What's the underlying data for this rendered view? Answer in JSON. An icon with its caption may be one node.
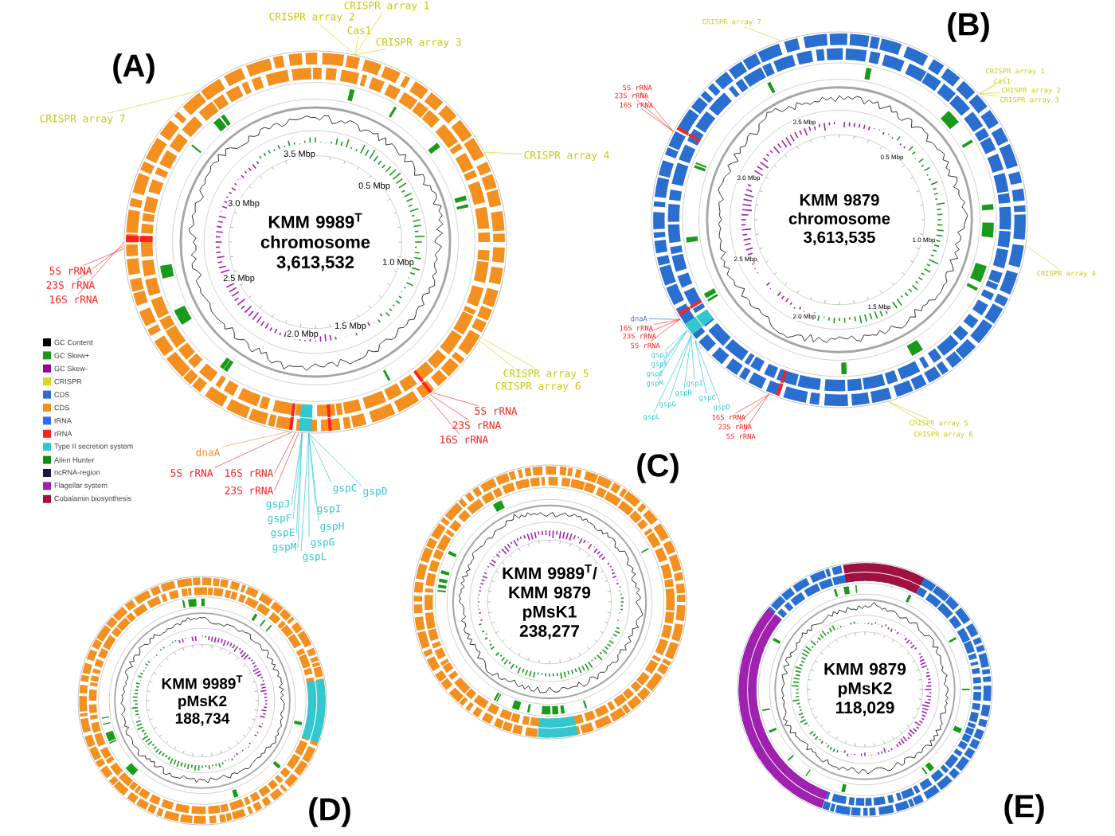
{
  "diagram": {
    "nodes": [
      {
        "text": [
          "KMM 9989$^{T}$ chromosome 3,613,532"
        ]
      },
      {
        "text": [
          "CRISPR array 1"
        ]
      },
      {
        "text": [
          "CRISPR array 2"
        ]
      },
      {
        "text": [
          "Cas1"
        ]
      },
      {
        "text": [
          "CRISPR array 3"
        ]
      },
      {
        "text": [
          "CRISPR array 7"
        ]
      },
      {
        "text": [
          "CRISPR array 4"
        ]
      },
      {
        "text": [
          "5S rRNA"
        ]
      },
      {
        "text": [
          "23S rRNA"
        ]
      },
      {
        "text": [
          "16S rRNA"
        ]
      },
      {
        "text": [
          "CRISPR array 5"
        ]
      },
      {
        "text": [
          "CRISPR array 6"
        ]
      },
      {
        "text": [
          "5S rRNA"
        ]
      },
      {
        "text": [
          "23S rRNA"
        ]
      },
      {
        "text": [
          "16S rRNA"
        ]
      },
      {
        "text": [
          "dnaA"
        ]
      },
      {
        "text": [
          "5S rRNA"
        ]
      },
      {
        "text": [
          "16S rRNA"
        ]
      },
      {
        "text": [
          "23S rRNA"
        ]
      },
      {
        "text": [
          "gspJ"
        ]
      },
      {
        "text": [
          "gspF"
        ]
      },
      {
        "text": [
          "gspE"
        ]
      },
      {
        "text": [
          "gspM"
        ]
      },
      {
        "text": [
          "gspL"
        ]
      },
      {
        "text": [
          "gspG"
        ]
      },
      {
        "text": [
          "gspH"
        ]
      },
      {
        "text": [
          "gspI"
        ]
      },
      {
        "text": [
          "gspC"
        ]
      },
      {
        "text": [
          "gspD"
        ]
      },
      {
        "text": [
          "KMM 9879 chromosome 3,613,535"
        ]
      },
      {
        "text": [
          "CRISPR array 7"
        ]
      },
      {
        "text": [
          "5S rRNA"
        ]
      },
      {
        "text": [
          "23S rRNA"
        ]
      },
      {
        "text": [
          "16S rRNA"
        ]
      },
      {
        "text": [
          "CRISPR array 1"
        ]
      },
      {
        "text": [
          "Cas1"
        ]
      },
      {
        "text": [
          "CRISPR array 2"
        ]
      },
      {
        "text": [
          "CRISPR array 3"
        ]
      },
      {
        "text": [
          "CRISPR array 4"
        ]
      },
      {
        "text": [
          "dnaA"
        ]
      },
      {
        "text": [
          "16S rRNA"
        ]
      },
      {
        "text": [
          "23S rRNA"
        ]
      },
      {
        "text": [
          "5S rRNA"
        ]
      },
      {
        "text": [
          "gspJ"
        ]
      },
      {
        "text": [
          "gspF"
        ]
      },
      {
        "text": [
          "gspE"
        ]
      },
      {
        "text": [
          "gspM"
        ]
      },
      {
        "text": [
          "gspL"
        ]
      },
      {
        "text": [
          "gspG"
        ]
      },
      {
        "text": [
          "gspH"
        ]
      },
      {
        "text": [
          "gspI"
        ]
      },
      {
        "text": [
          "gspC"
        ]
      },
      {
        "text": [
          "gspD"
        ]
      },
      {
        "text": [
          "16S rRNA"
        ]
      },
      {
        "text": [
          "23S rRNA"
        ]
      },
      {
        "text": [
          "5S rRNA"
        ]
      },
      {
        "text": [
          "CRISPR array 5"
        ]
      },
      {
        "text": [
          "CRISPR array 6"
        ]
      },
      {
        "text": [
          "KMM 9989$^{T}$/ KMM 9879 pMsK1 238,277"
        ]
      },
      {
        "text": [
          "KMM 9989$^{T}$ pMsK2 188,734"
        ]
      },
      {
        "text": [
          "KMM 9879 pMsK2 118,029"
        ]
      }
    ],
    "edges": [
      {
        "from": 1,
        "to": 0,
        "arrow": "none",
        "color": "#d8d820"
      },
      {
        "from": 2,
        "to": 0,
        "arrow": "none",
        "color": "#d8d820"
      },
      {
        "from": 3,
        "to": 0,
        "arrow": "none",
        "color": "#d8d820"
      },
      {
        "from": 4,
        "to": 0,
        "arrow": "none",
        "color": "#d8d820"
      },
      {
        "from": 5,
        "to": 0,
        "arrow": "none",
        "color": "#d8d820"
      },
      {
        "from": 6,
        "to": 0,
        "arrow": "none",
        "color": "#d8d820"
      },
      {
        "from": 7,
        "to": 0,
        "arrow": "none",
        "color": "#ff3030"
      },
      {
        "from": 8,
        "to": 0,
        "arrow": "none",
        "color": "#ff3030"
      },
      {
        "from": 9,
        "to": 0,
        "arrow": "none",
        "color": "#ff3030"
      },
      {
        "from": 10,
        "to": 0,
        "arrow": "none",
        "color": "#d8d820"
      },
      {
        "from": 11,
        "to": 0,
        "arrow": "none",
        "color": "#d8d820"
      },
      {
        "from": 12,
        "to": 0,
        "arrow": "none",
        "color": "#ff3030"
      },
      {
        "from": 13,
        "to": 0,
        "arrow": "none",
        "color": "#ff3030"
      },
      {
        "from": 14,
        "to": 0,
        "arrow": "none",
        "color": "#ff3030"
      },
      {
        "from": 15,
        "to": 0,
        "arrow": "none",
        "color": "#f0a040"
      },
      {
        "from": 16,
        "to": 0,
        "arrow": "none",
        "color": "#ff3030"
      },
      {
        "from": 17,
        "to": 0,
        "arrow": "none",
        "color": "#ff3030"
      },
      {
        "from": 18,
        "to": 0,
        "arrow": "none",
        "color": "#ff3030"
      },
      {
        "from": 19,
        "to": 0,
        "arrow": "none"
      },
      {
        "from": 20,
        "to": 0,
        "arrow": "none"
      },
      {
        "from": 21,
        "to": 0,
        "arrow": "none"
      },
      {
        "from": 22,
        "to": 0,
        "arrow": "none"
      },
      {
        "from": 23,
        "to": 0,
        "arrow": "none"
      },
      {
        "from": 24,
        "to": 0,
        "arrow": "none"
      },
      {
        "from": 25,
        "to": 0,
        "arrow": "none"
      },
      {
        "from": 26,
        "to": 0,
        "arrow": "none"
      },
      {
        "from": 27,
        "to": 0,
        "arrow": "none"
      },
      {
        "from": 28,
        "to": 0,
        "arrow": "none"
      },
      {
        "from": 30,
        "to": 29,
        "arrow": "none",
        "color": "#d8d820"
      },
      {
        "from": 31,
        "to": 29,
        "arrow": "none",
        "color": "#ff3030"
      },
      {
        "from": 32,
        "to": 29,
        "arrow": "none",
        "color": "#ff3030"
      },
      {
        "from": 33,
        "to": 29,
        "arrow": "none",
        "color": "#ff3030"
      },
      {
        "from": 34,
        "to": 29,
        "arrow": "none",
        "color": "#d8d820"
      },
      {
        "from": 35,
        "to": 29,
        "arrow": "none",
        "color": "#d8d820"
      },
      {
        "from": 36,
        "to": 29,
        "arrow": "none",
        "color": "#d8d820"
      },
      {
        "from": 37,
        "to": 29,
        "arrow": "none",
        "color": "#d8d820"
      },
      {
        "from": 38,
        "to": 29,
        "arrow": "none",
        "color": "#d8d820"
      },
      {
        "from": 39,
        "to": 29,
        "arrow": "none",
        "color": "#4070d0"
      },
      {
        "from": 40,
        "to": 29,
        "arrow": "none",
        "color": "#ff3030"
      },
      {
        "from": 41,
        "to": 29,
        "arrow": "none",
        "color": "#ff3030"
      },
      {
        "from": 42,
        "to": 29,
        "arrow": "none",
        "color": "#ff3030"
      },
      {
        "from": 43,
        "to": 29,
        "arrow": "none"
      },
      {
        "from": 44,
        "to": 29,
        "arrow": "none"
      },
      {
        "from": 45,
        "to": 29,
        "arrow": "none"
      },
      {
        "from": 46,
        "to": 29,
        "arrow": "none"
      },
      {
        "from": 47,
        "to": 29,
        "arrow": "none"
      },
      {
        "from": 48,
        "to": 29,
        "arrow": "none"
      },
      {
        "from": 49,
        "to": 29,
        "arrow": "none"
      },
      {
        "from": 50,
        "to": 29,
        "arrow": "none"
      },
      {
        "from": 51,
        "to": 29,
        "arrow": "none"
      },
      {
        "from": 52,
        "to": 29,
        "arrow": "none"
      },
      {
        "from": 53,
        "to": 29,
        "arrow": "none",
        "color": "#ff3030"
      },
      {
        "from": 54,
        "to": 29,
        "arrow": "none",
        "color": "#ff3030"
      },
      {
        "from": 55,
        "to": 29,
        "arrow": "none",
        "color": "#ff3030"
      },
      {
        "from": 56,
        "to": 29,
        "arrow": "none",
        "color": "#d8d820"
      },
      {
        "from": 57,
        "to": 29,
        "arrow": "none",
        "color": "#d8d820"
      }
    ],
    "labels": [
      "(A)",
      "3.5 Mbp",
      "0.5 Mbp",
      "3.0 Mbp",
      "1.0 Mbp",
      "2.5 Mbp",
      "2.0 Mbp",
      "1.5 Mbp",
      "(B)",
      "3.5 Mbp",
      "0.5 Mbp",
      "3.0 Mbp",
      "1.0 Mbp",
      "2.5 Mbp",
      "2.0 Mbp",
      "1.5 Mbp",
      "(C)",
      "(D)",
      "(E)"
    ],
    "legend": [
      {
        "text": "GC Content",
        "color": "#000000"
      },
      {
        "text": "GC Skew+",
        "color": "#1a9a1a"
      },
      {
        "text": "GC Skew-",
        "color": "#990099"
      },
      {
        "text": "CRISPR",
        "color": "#d8d820"
      },
      {
        "text": "CDS",
        "color": "#2a6fd0"
      },
      {
        "text": "CDS",
        "color": "#f39020"
      },
      {
        "text": "tRNA",
        "color": "#3366ff"
      },
      {
        "text": "rRNA",
        "color": "#ff2020"
      },
      {
        "text": "Type II secretion system",
        "color": "#33c8d0"
      },
      {
        "text": "Alien Hunter",
        "color": "#108a10"
      },
      {
        "text": "ncRNA-region",
        "color": "#1a1a40"
      },
      {
        "text": "Flagellar system",
        "color": "#a020b0"
      },
      {
        "text": "Cobalamin biosynthesis",
        "color": "#a01040"
      }
    ]
  }
}
